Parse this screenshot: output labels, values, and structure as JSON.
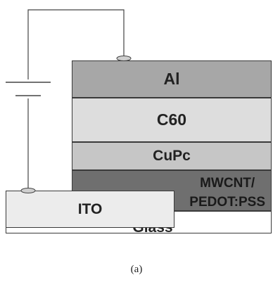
{
  "layers": {
    "al": "Al",
    "c60": "C60",
    "cupc": "CuPc",
    "mwcnt_line1": "MWCNT/",
    "mwcnt_line2": "PEDOT:PSS",
    "ito": "ITO",
    "glass": "Glass"
  },
  "caption": "(a)"
}
